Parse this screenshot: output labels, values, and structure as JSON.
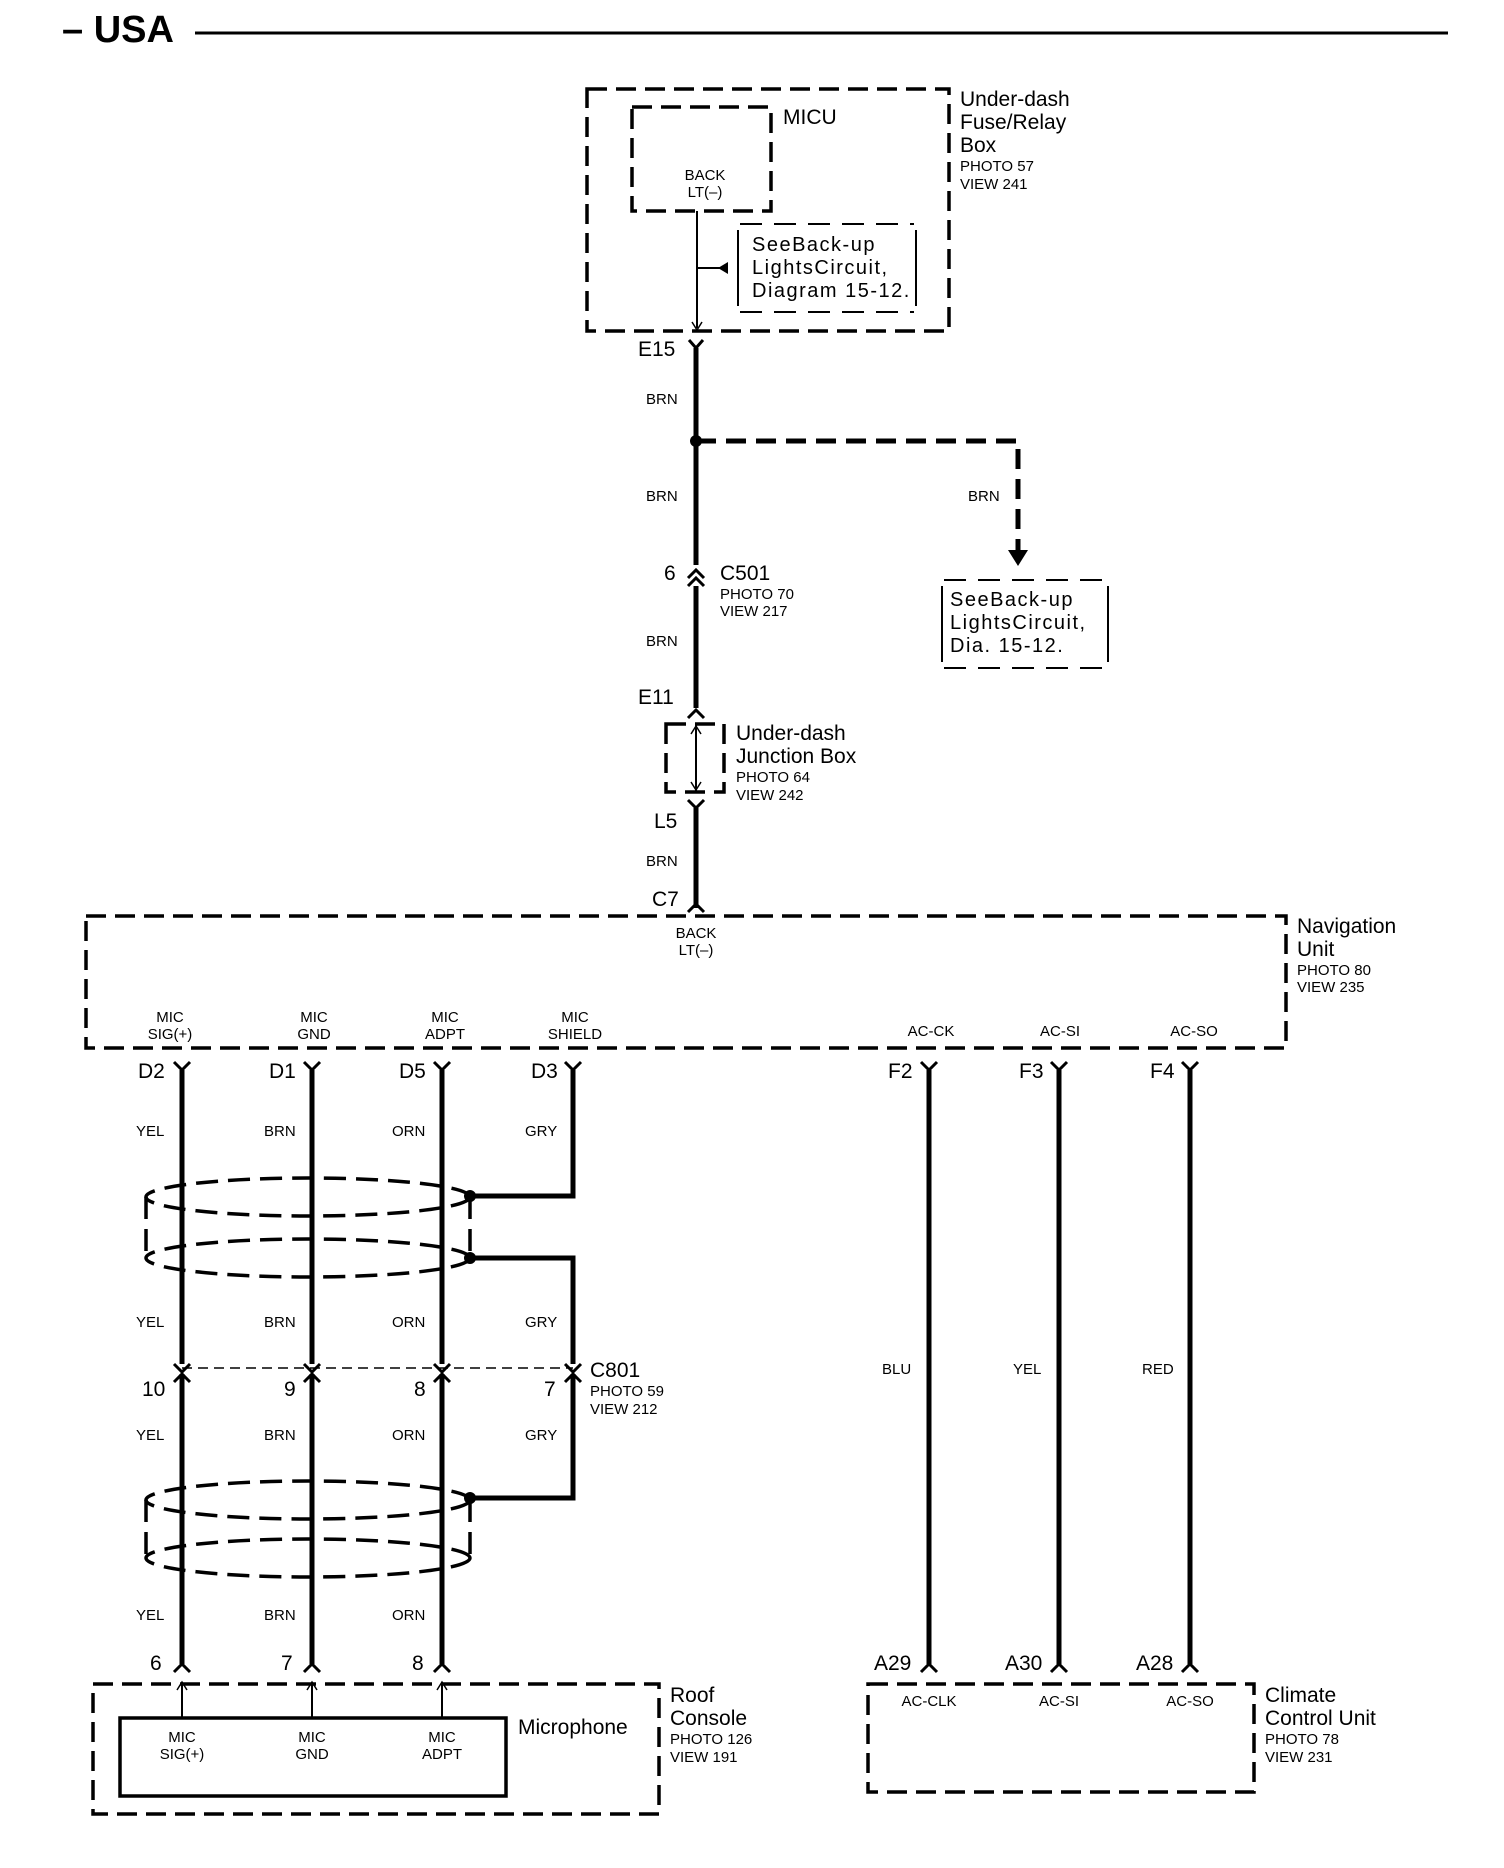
{
  "header": {
    "title": "– USA"
  },
  "micu": {
    "label": "MICU",
    "pin_label_1": "BACK",
    "pin_label_2": "LT(–)",
    "box_title_1": "Under-dash",
    "box_title_2": "Fuse/Relay",
    "box_title_3": "Box",
    "photo": "PHOTO 57",
    "view": "VIEW 241"
  },
  "note_top": {
    "line1": "SeeBack-up",
    "line2": "LightsCircuit,",
    "line3": "Diagram 15-12."
  },
  "note_right": {
    "line1": "SeeBack-up",
    "line2": "LightsCircuit,",
    "line3": "Dia. 15-12."
  },
  "pins": {
    "e15": "E15",
    "c501_pin": "6",
    "e11": "E11",
    "l5": "L5",
    "c7": "C7"
  },
  "wire_colors": {
    "brn_1": "BRN",
    "brn_2": "BRN",
    "brn_branch": "BRN",
    "brn_3": "BRN",
    "brn_4": "BRN"
  },
  "c501": {
    "name": "C501",
    "photo": "PHOTO 70",
    "view": "VIEW 217"
  },
  "junction_box": {
    "title_1": "Under-dash",
    "title_2": "Junction Box",
    "photo": "PHOTO 64",
    "view": "VIEW 242"
  },
  "nav_unit": {
    "title_1": "Navigation",
    "title_2": "Unit",
    "photo": "PHOTO 80",
    "view": "VIEW 235",
    "back_1": "BACK",
    "back_2": "LT(–)",
    "terminals": [
      {
        "line1": "MIC",
        "line2": "SIG(+)",
        "pin": "D2"
      },
      {
        "line1": "MIC",
        "line2": "GND",
        "pin": "D1"
      },
      {
        "line1": "MIC",
        "line2": "ADPT",
        "pin": "D5"
      },
      {
        "line1": "MIC",
        "line2": "SHIELD",
        "pin": "D3"
      },
      {
        "line1": "",
        "line2": "AC-CK",
        "pin": "F2"
      },
      {
        "line1": "",
        "line2": "AC-SI",
        "pin": "F3"
      },
      {
        "line1": "",
        "line2": "AC-SO",
        "pin": "F4"
      }
    ]
  },
  "mic_wires": {
    "upper": [
      "YEL",
      "BRN",
      "ORN",
      "GRY"
    ],
    "middle": [
      "YEL",
      "BRN",
      "ORN",
      "GRY"
    ],
    "lower": [
      "YEL",
      "BRN",
      "ORN",
      "GRY"
    ],
    "bottom": [
      "YEL",
      "BRN",
      "ORN"
    ]
  },
  "ac_wires": [
    "BLU",
    "YEL",
    "RED"
  ],
  "c801": {
    "name": "C801",
    "photo": "PHOTO 59",
    "view": "VIEW 212",
    "pins": [
      "10",
      "9",
      "8",
      "7"
    ]
  },
  "roof_console": {
    "title_1": "Roof",
    "title_2": "Console",
    "photo": "PHOTO 126",
    "view": "VIEW 191",
    "inner_label": "Microphone",
    "pins": [
      "6",
      "7",
      "8"
    ],
    "terminals": [
      {
        "line1": "MIC",
        "line2": "SIG(+)"
      },
      {
        "line1": "MIC",
        "line2": "GND"
      },
      {
        "line1": "MIC",
        "line2": "ADPT"
      }
    ]
  },
  "climate": {
    "title_1": "Climate",
    "title_2": "Control Unit",
    "photo": "PHOTO 78",
    "view": "VIEW 231",
    "pins": [
      "A29",
      "A30",
      "A28"
    ],
    "terminals": [
      "AC-CLK",
      "AC-SI",
      "AC-SO"
    ]
  }
}
